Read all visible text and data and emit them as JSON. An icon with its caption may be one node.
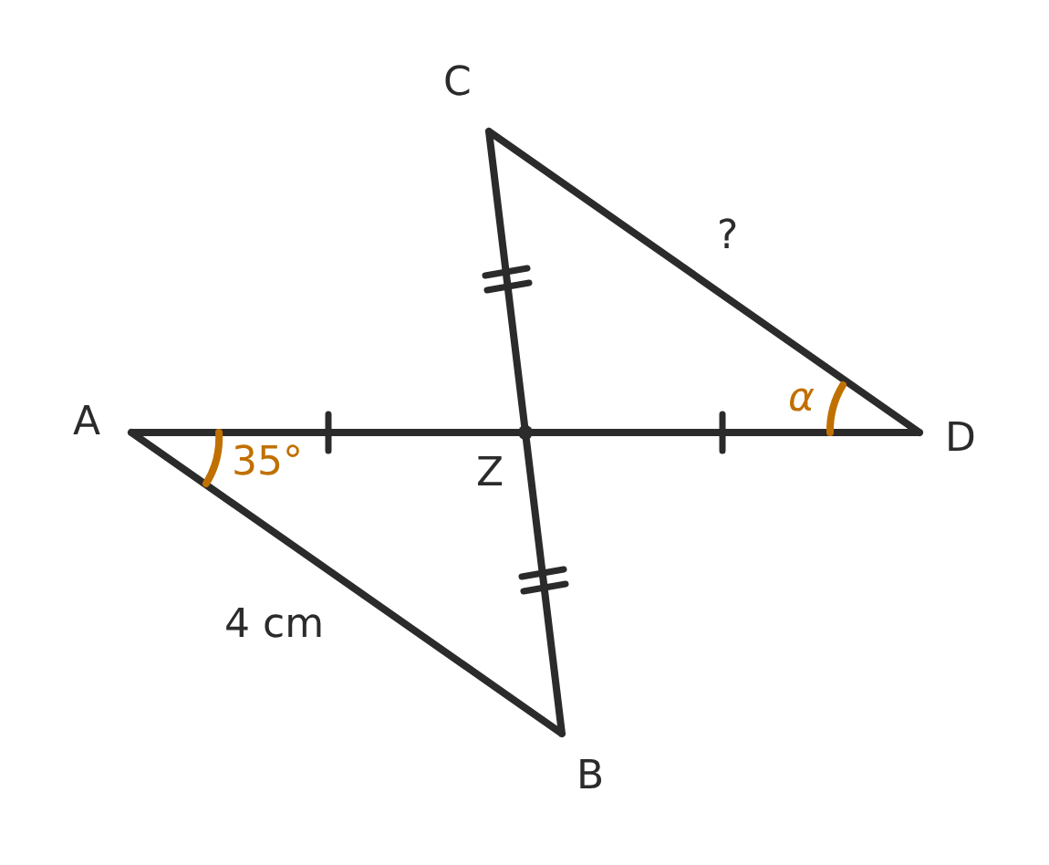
{
  "diagram": {
    "labels": [
      "C",
      "?",
      "A",
      "α",
      "35°",
      "D",
      "Z",
      "4 cm",
      "B"
    ]
  }
}
